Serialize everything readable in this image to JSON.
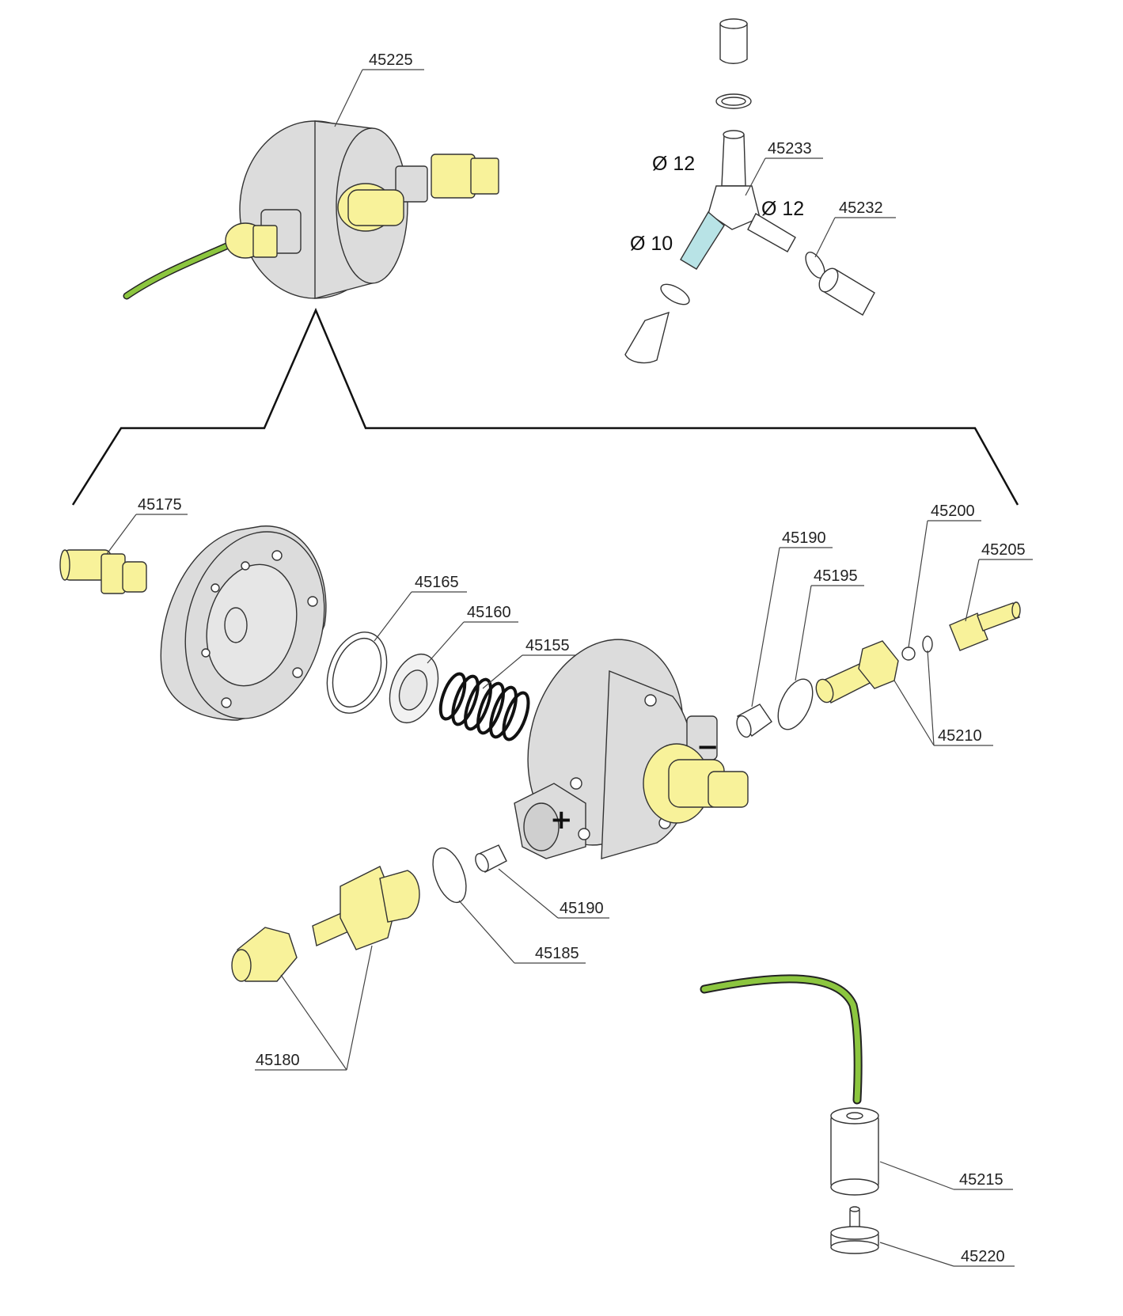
{
  "callouts": {
    "c45225": "45225",
    "c45233": "45233",
    "c45232": "45232",
    "c45175": "45175",
    "c45165": "45165",
    "c45160": "45160",
    "c45155": "45155",
    "c45190a": "45190",
    "c45195": "45195",
    "c45200": "45200",
    "c45205": "45205",
    "c45210": "45210",
    "c45190b": "45190",
    "c45185": "45185",
    "c45180": "45180",
    "c45215": "45215",
    "c45220": "45220"
  },
  "diameters": {
    "d12_top": "Ø 12",
    "d12_right": "Ø 12",
    "d10": "Ø 10"
  },
  "polarity": {
    "plus": "+",
    "minus": "−"
  },
  "colors": {
    "brass": "#f8f29a",
    "body_grey": "#dcdcdc",
    "wire_green": "#8cc63f",
    "hose_blue": "#b8e3e6"
  }
}
